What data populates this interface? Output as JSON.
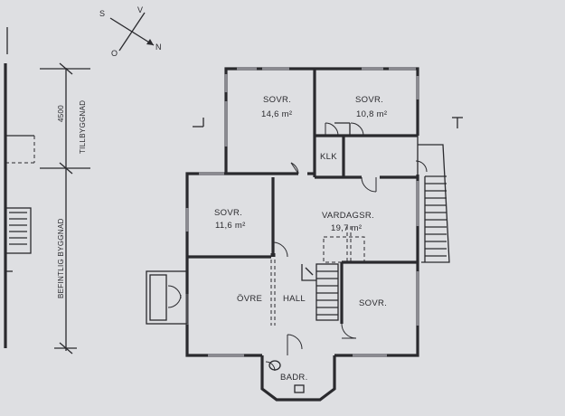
{
  "compass": {
    "s": "S",
    "v": "V",
    "o": "O",
    "n": "N"
  },
  "rooms": {
    "sovr_1": {
      "name": "SOVR.",
      "area": "14,6 m²"
    },
    "sovr_2": {
      "name": "SOVR.",
      "area": "10,8 m²"
    },
    "klk": {
      "name": "KLK"
    },
    "sovr_3": {
      "name": "SOVR.",
      "area": "11,6 m²"
    },
    "vardagsr": {
      "name": "VARDAGSR.",
      "area": "19,7 m²"
    },
    "ovre": {
      "name": "ÖVRE"
    },
    "hall": {
      "name": "HALL"
    },
    "sovr_4": {
      "name": "SOVR."
    },
    "badr": {
      "name": "BADR."
    }
  },
  "dimensions": {
    "tillbyggnad_value": "4500",
    "tillbyggnad_label": "TILLBYGGNAD",
    "befintlig_label": "BEFINTLIG BYGGNAD"
  }
}
